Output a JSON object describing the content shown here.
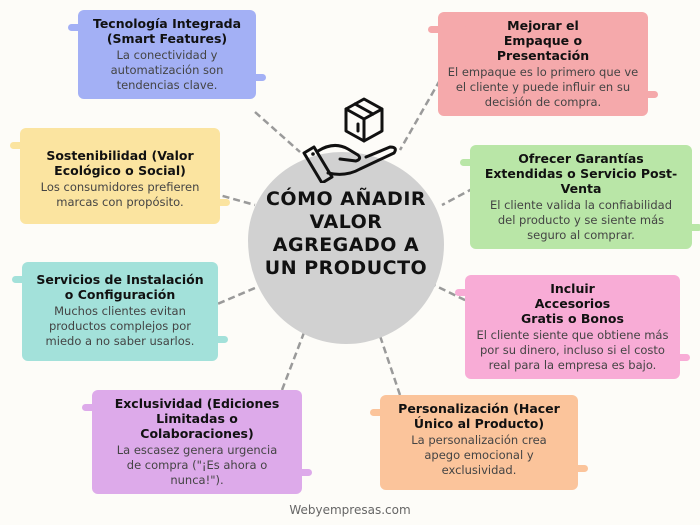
{
  "center": {
    "title_lines": [
      "CÓMO AÑADIR",
      "VALOR",
      "AGREGADO A",
      "UN PRODUCTO"
    ],
    "icon": "hand-holding-box-icon",
    "bg_color": "#d1d1d1"
  },
  "cards": [
    {
      "id": "tecnologia",
      "title": "Tecnología Integrada (Smart Features)",
      "desc": "La conectividad y automatización son tendencias clave.",
      "color": "#a3b0f5"
    },
    {
      "id": "empaque",
      "title": "Mejorar el Empaque o Presentación",
      "desc": "El empaque es lo primero que ve el cliente y puede influir en su decisión de compra.",
      "color": "#f5a9ab"
    },
    {
      "id": "sostenibilidad",
      "title": "Sostenibilidad (Valor Ecológico o Social)",
      "desc": "Los consumidores prefieren marcas con propósito.",
      "color": "#fbe4a0"
    },
    {
      "id": "garantias",
      "title": "Ofrecer Garantías Extendidas o Servicio Post-Venta",
      "desc": "El cliente valida la confiabilidad del producto y se siente más seguro al comprar.",
      "color": "#b9e6a7"
    },
    {
      "id": "instalacion",
      "title": "Servicios de Instalación o Configuración",
      "desc": "Muchos clientes evitan productos complejos por miedo a no saber usarlos.",
      "color": "#a3e1da"
    },
    {
      "id": "accesorios",
      "title": "Incluir Accesorios Gratis o Bonos",
      "desc": "El cliente siente que obtiene más por su dinero, incluso si el costo real para la empresa es bajo.",
      "color": "#f8acd6"
    },
    {
      "id": "exclusividad",
      "title": "Exclusividad (Ediciones Limitadas o Colaboraciones)",
      "desc": "La escasez genera urgencia de compra (\"¡Es ahora o nunca!\").",
      "color": "#ddaaea"
    },
    {
      "id": "personalizacion",
      "title": "Personalización (Hacer Único al Producto)",
      "desc": "La personalización crea apego emocional y exclusividad.",
      "color": "#fbc49b"
    }
  ],
  "footer": {
    "text": "Webyempresas.com"
  }
}
